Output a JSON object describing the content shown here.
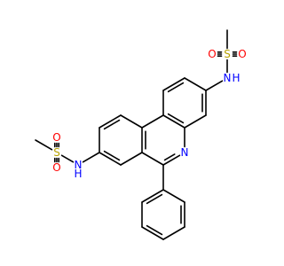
{
  "molecule": {
    "atoms": [
      {
        "id": "C1",
        "element": "C",
        "label": ""
      },
      {
        "id": "S1",
        "element": "S",
        "label": "S"
      },
      {
        "id": "O1",
        "element": "O",
        "label": "O"
      },
      {
        "id": "O2",
        "element": "O",
        "label": "O"
      },
      {
        "id": "N1",
        "element": "N",
        "label": "N"
      },
      {
        "id": "H1",
        "element": "H",
        "label": "H"
      },
      {
        "id": "a3",
        "element": "C",
        "label": ""
      },
      {
        "id": "a4",
        "element": "C",
        "label": ""
      },
      {
        "id": "a2",
        "element": "C",
        "label": ""
      },
      {
        "id": "r1",
        "element": "C",
        "label": ""
      },
      {
        "id": "r2",
        "element": "C",
        "label": ""
      },
      {
        "id": "a4a",
        "element": "C",
        "label": ""
      },
      {
        "id": "b1",
        "element": "C",
        "label": ""
      },
      {
        "id": "b2",
        "element": "C",
        "label": ""
      },
      {
        "id": "b3",
        "element": "C",
        "label": ""
      },
      {
        "id": "b4",
        "element": "C",
        "label": ""
      },
      {
        "id": "b5",
        "element": "C",
        "label": ""
      },
      {
        "id": "b6",
        "element": "C",
        "label": ""
      },
      {
        "id": "N5",
        "element": "N",
        "label": "N"
      },
      {
        "id": "C6",
        "element": "C",
        "label": ""
      },
      {
        "id": "p1",
        "element": "C",
        "label": ""
      },
      {
        "id": "p2",
        "element": "C",
        "label": ""
      },
      {
        "id": "p3",
        "element": "C",
        "label": ""
      },
      {
        "id": "p4",
        "element": "C",
        "label": ""
      },
      {
        "id": "p5",
        "element": "C",
        "label": ""
      },
      {
        "id": "p6",
        "element": "C",
        "label": ""
      },
      {
        "id": "N2",
        "element": "N",
        "label": "N"
      },
      {
        "id": "H2",
        "element": "H",
        "label": "H"
      },
      {
        "id": "S2",
        "element": "S",
        "label": "S"
      },
      {
        "id": "O3",
        "element": "O",
        "label": "O"
      },
      {
        "id": "O4",
        "element": "O",
        "label": "O"
      },
      {
        "id": "C2",
        "element": "C",
        "label": ""
      }
    ],
    "bonds": [
      {
        "from": "C1",
        "to": "S1",
        "order": 1
      },
      {
        "from": "S1",
        "to": "O1",
        "order": 2
      },
      {
        "from": "S1",
        "to": "O2",
        "order": 2
      },
      {
        "from": "S1",
        "to": "N1",
        "order": 1
      },
      {
        "from": "N1",
        "to": "a3",
        "order": 1
      },
      {
        "from": "a3",
        "to": "a2",
        "order": 1
      },
      {
        "from": "a2",
        "to": "r1",
        "order": 2
      },
      {
        "from": "r1",
        "to": "r2",
        "order": 1
      },
      {
        "from": "r2",
        "to": "a4a",
        "order": 2
      },
      {
        "from": "a4a",
        "to": "a4",
        "order": 1
      },
      {
        "from": "a4",
        "to": "a3",
        "order": 2
      },
      {
        "from": "a4a",
        "to": "N5",
        "order": 1
      },
      {
        "from": "N5",
        "to": "C6",
        "order": 2
      },
      {
        "from": "C6",
        "to": "b1",
        "order": 1
      },
      {
        "from": "b1",
        "to": "b6",
        "order": 2
      },
      {
        "from": "b6",
        "to": "r2",
        "order": 1
      },
      {
        "from": "b1",
        "to": "b2",
        "order": 1
      },
      {
        "from": "b2",
        "to": "b3",
        "order": 2
      },
      {
        "from": "b3",
        "to": "b4",
        "order": 1
      },
      {
        "from": "b4",
        "to": "b5",
        "order": 2
      },
      {
        "from": "b5",
        "to": "b6",
        "order": 1
      },
      {
        "from": "b3",
        "to": "N2",
        "order": 1
      },
      {
        "from": "N2",
        "to": "S2",
        "order": 1
      },
      {
        "from": "S2",
        "to": "O3",
        "order": 2
      },
      {
        "from": "S2",
        "to": "O4",
        "order": 2
      },
      {
        "from": "S2",
        "to": "C2",
        "order": 1
      },
      {
        "from": "C6",
        "to": "p1",
        "order": 1
      },
      {
        "from": "p1",
        "to": "p2",
        "order": 2
      },
      {
        "from": "p2",
        "to": "p3",
        "order": 1
      },
      {
        "from": "p3",
        "to": "p4",
        "order": 2
      },
      {
        "from": "p4",
        "to": "p5",
        "order": 1
      },
      {
        "from": "p5",
        "to": "p6",
        "order": 2
      },
      {
        "from": "p6",
        "to": "p1",
        "order": 1
      }
    ],
    "colors": {
      "bond": "#000000",
      "S": "#b8a200",
      "O": "#ff0000",
      "N": "#0000ff",
      "H": "#0000ff"
    }
  }
}
